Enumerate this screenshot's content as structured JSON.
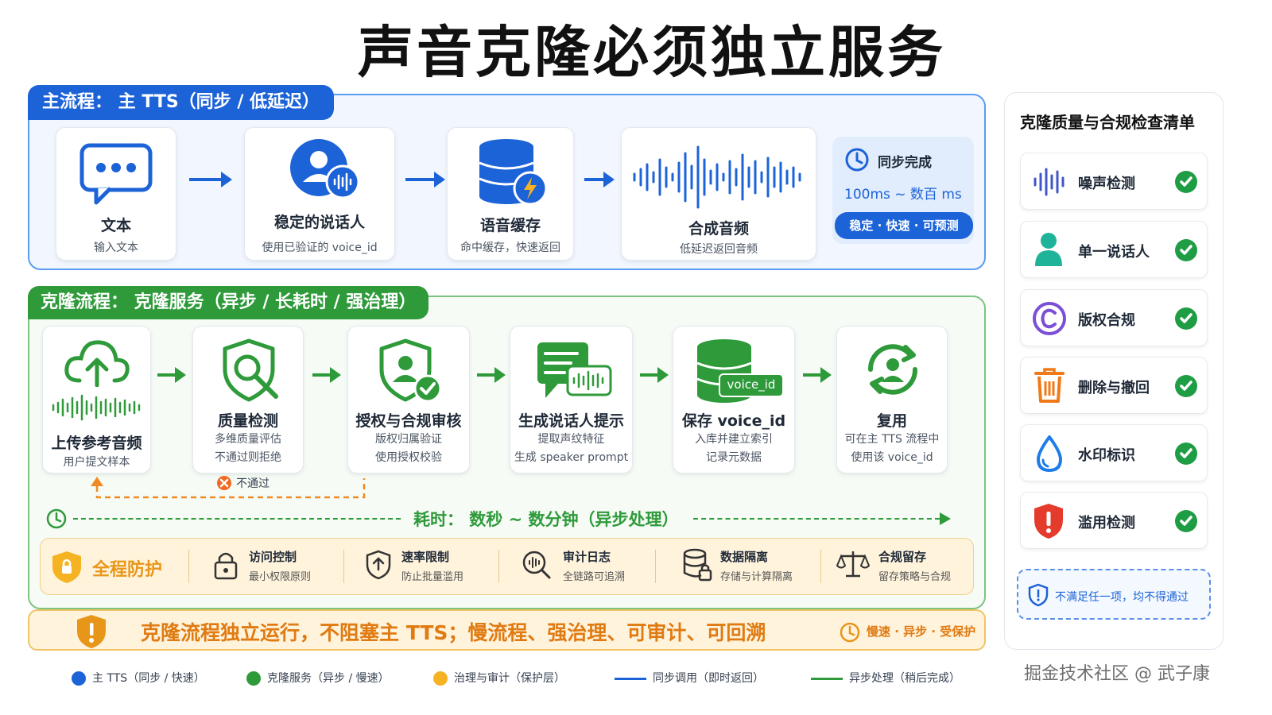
{
  "title": "声音克隆必须独立服务",
  "main_flow": {
    "tag": "主流程： 主 TTS（同步 / 低延迟）",
    "steps": [
      {
        "title": "文本",
        "sub": "输入文本",
        "icon": "chat-bubble-icon"
      },
      {
        "title": "稳定的说话人",
        "sub": "使用已验证的 voice_id",
        "icon": "speaker-user-icon"
      },
      {
        "title": "语音缓存",
        "sub": "命中缓存，快速返回",
        "icon": "database-bolt-icon"
      },
      {
        "title": "合成音频",
        "sub": "低延迟返回音频",
        "icon": "waveform-icon"
      }
    ],
    "sync": {
      "title": "同步完成",
      "latency": "100ms ~ 数百 ms",
      "pill": "稳定 · 快速 · 可预测"
    }
  },
  "clone_flow": {
    "tag": "克隆流程： 克隆服务（异步 / 长耗时 / 强治理）",
    "steps": [
      {
        "title": "上传参考音频",
        "sub1": "用户提文样本",
        "sub2": "",
        "icon": "cloud-upload-icon"
      },
      {
        "title": "质量检测",
        "sub1": "多维质量评估",
        "sub2": "不通过则拒绝",
        "icon": "shield-search-icon"
      },
      {
        "title": "授权与合规审核",
        "sub1": "版权归属验证",
        "sub2": "使用授权校验",
        "icon": "shield-user-check-icon"
      },
      {
        "title": "生成说话人提示",
        "sub1": "提取声纹特征",
        "sub2": "生成 speaker prompt",
        "icon": "prompt-waveform-icon"
      },
      {
        "title": "保存 voice_id",
        "sub1": "入库并建立索引",
        "sub2": "记录元数据",
        "icon": "database-voiceid-icon",
        "badge": "voice_id"
      },
      {
        "title": "复用",
        "sub1": "可在主 TTS 流程中",
        "sub2": "使用该 voice_id",
        "icon": "reuse-cycle-icon"
      }
    ],
    "reject_label": "不通过",
    "duration": "耗时： 数秒 ~ 数分钟（异步处理）",
    "protection": {
      "title": "全程防护",
      "items": [
        {
          "title": "访问控制",
          "sub": "最小权限原则",
          "icon": "lock-icon"
        },
        {
          "title": "速率限制",
          "sub": "防止批量滥用",
          "icon": "shield-rate-icon"
        },
        {
          "title": "审计日志",
          "sub": "全链路可追溯",
          "icon": "audit-search-icon"
        },
        {
          "title": "数据隔离",
          "sub": "存储与计算隔离",
          "icon": "database-lock-icon"
        },
        {
          "title": "合规留存",
          "sub": "留存策略与合规",
          "icon": "scale-icon"
        }
      ]
    }
  },
  "summary": {
    "text": "克隆流程独立运行，不阻塞主 TTS；慢流程、强治理、可审计、可回溯",
    "right": "慢速 · 异步 · 受保护"
  },
  "checklist": {
    "title": "克隆质量与合规检查清单",
    "items": [
      {
        "label": "噪声检测",
        "icon": "noise-wave-icon"
      },
      {
        "label": "单一说话人",
        "icon": "single-person-icon"
      },
      {
        "label": "版权合规",
        "icon": "copyright-icon"
      },
      {
        "label": "删除与撤回",
        "icon": "trash-icon"
      },
      {
        "label": "水印标识",
        "icon": "watermark-drop-icon"
      },
      {
        "label": "滥用检测",
        "icon": "abuse-shield-icon"
      }
    ],
    "warning": "不满足任一项，均不得通过"
  },
  "legend": [
    {
      "label": "主 TTS（同步 / 快速）",
      "color": "#1d63d8"
    },
    {
      "label": "克隆服务（异步 / 慢速）",
      "color": "#2e9a3a"
    },
    {
      "label": "治理与审计（保护层）",
      "color": "#f5b324"
    },
    {
      "label": "同步调用（即时返回）",
      "color": "#1d63d8"
    },
    {
      "label": "异步处理（稍后完成）",
      "color": "#2e9a3a"
    }
  ],
  "watermark": "掘金技术社区 @ 武子康",
  "colors": {
    "blue": "#1d63d8",
    "green": "#2e9a3a",
    "orange": "#f5a623",
    "check": "#1f9d45"
  }
}
